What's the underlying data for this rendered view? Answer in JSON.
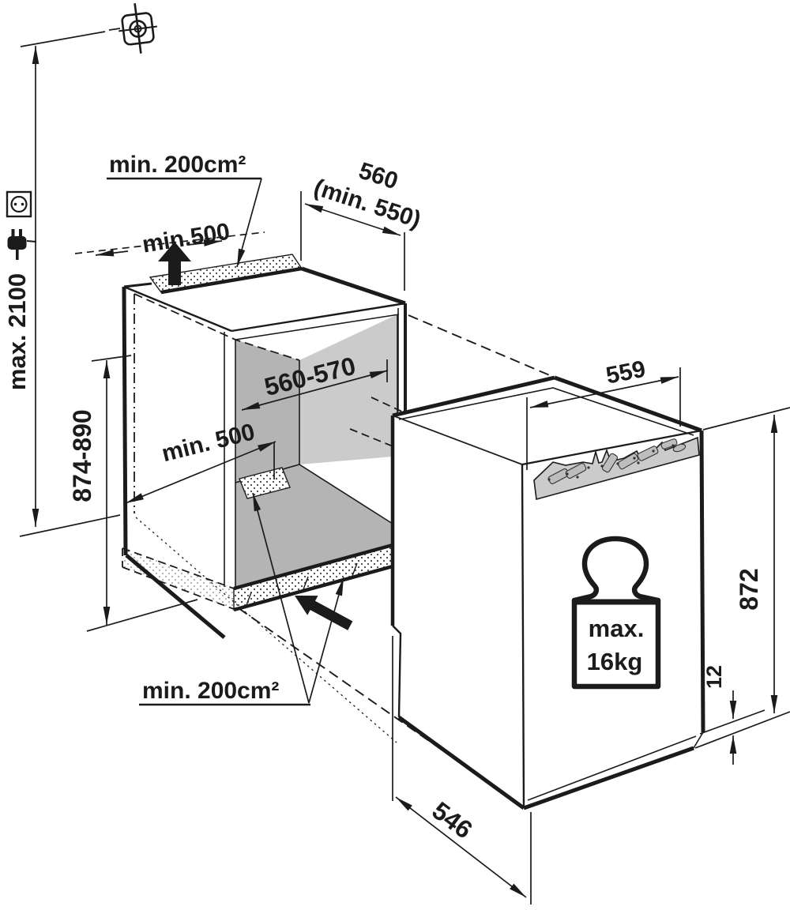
{
  "diagram": {
    "kind": "built-in appliance installation dimension drawing",
    "dimensions": {
      "ceiling_max": "max. 2100",
      "niche_height": "874-890",
      "niche_width": "560-570",
      "niche_depth": "560",
      "niche_depth_min": "(min. 550)",
      "side_clearance": "min.500",
      "inner_clearance": "min. 500",
      "appliance_width": "559",
      "appliance_height": "872",
      "door_gap": "12",
      "appliance_depth": "546"
    },
    "vents": {
      "top_area": "min. 200cm²",
      "bottom_area": "min. 200cm²"
    },
    "door_load": {
      "line1": "max.",
      "line2": "16kg"
    },
    "icons": [
      "power-socket-icon",
      "power-plug-icon",
      "ceiling-fixing-point-icon",
      "airflow-up-arrow-icon",
      "airflow-front-arrow-icon",
      "max-door-weight-icon"
    ],
    "colors": {
      "line": "#1b1b1b",
      "inner_side_wall": "#b4b4b4",
      "back_wall": "#cbcbcb",
      "bracket_strip": "#cbcbcb",
      "vent_dots": "#444444",
      "background": "#ffffff"
    }
  }
}
